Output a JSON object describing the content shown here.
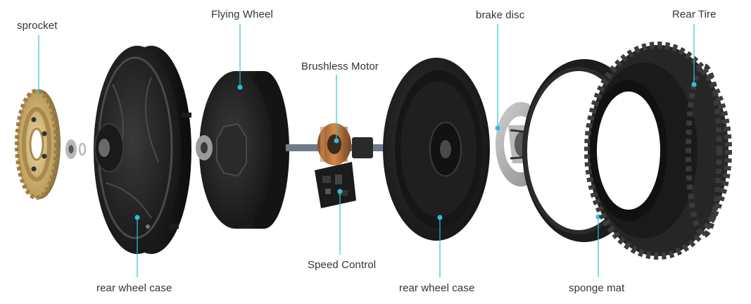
{
  "accent_color": "#2ec0d6",
  "labels": {
    "sprocket": "sprocket",
    "flying_wheel": "Flying Wheel",
    "brushless_motor": "Brushless Motor",
    "brake_disc": "brake disc",
    "rear_tire": "Rear Tire",
    "speed_control": "Speed Control",
    "rear_wheel_case_left": "rear wheel case",
    "rear_wheel_case_right": "rear wheel case",
    "sponge_mat": "sponge mat"
  }
}
